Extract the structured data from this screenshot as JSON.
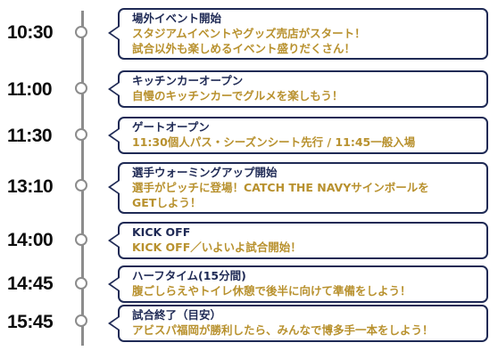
{
  "events": [
    {
      "time": "10:30",
      "title": "場外イベント開始",
      "lines": [
        "スタジアムイベントやグッズ売店がスタート！",
        "試合以外も楽しめるイベント盛りだくさん！"
      ]
    },
    {
      "time": "11:00",
      "title": "キッチンカーオープン",
      "lines": [
        "自慢のキッチンカーでグルメを楽しもう！"
      ]
    },
    {
      "time": "11:30",
      "title": "ゲートオープン",
      "lines": [
        "11:30個人パス・シーズンシート先行 / 11:45一般入場"
      ]
    },
    {
      "time": "13:10",
      "title": "選手ウォーミングアップ開始",
      "lines": [
        "選手がピッチに登場！CATCH THE NAVYサインボールを",
        "GETしよう！"
      ]
    },
    {
      "time": "14:00",
      "title": "KICK OFF",
      "lines": [
        "KICK OFF／いよいよ試合開始！"
      ]
    },
    {
      "time": "14:45",
      "title": "ハーフタイム(15分間)",
      "lines": [
        "腹ごしらえやトイレ休憩で後半に向けて準備をしよう！"
      ]
    },
    {
      "time": "15:45",
      "title": "試合終了（目安）",
      "lines": [
        "アビスパ福岡が勝利したら、みんなで博多手一本をしよう！"
      ]
    }
  ]
}
